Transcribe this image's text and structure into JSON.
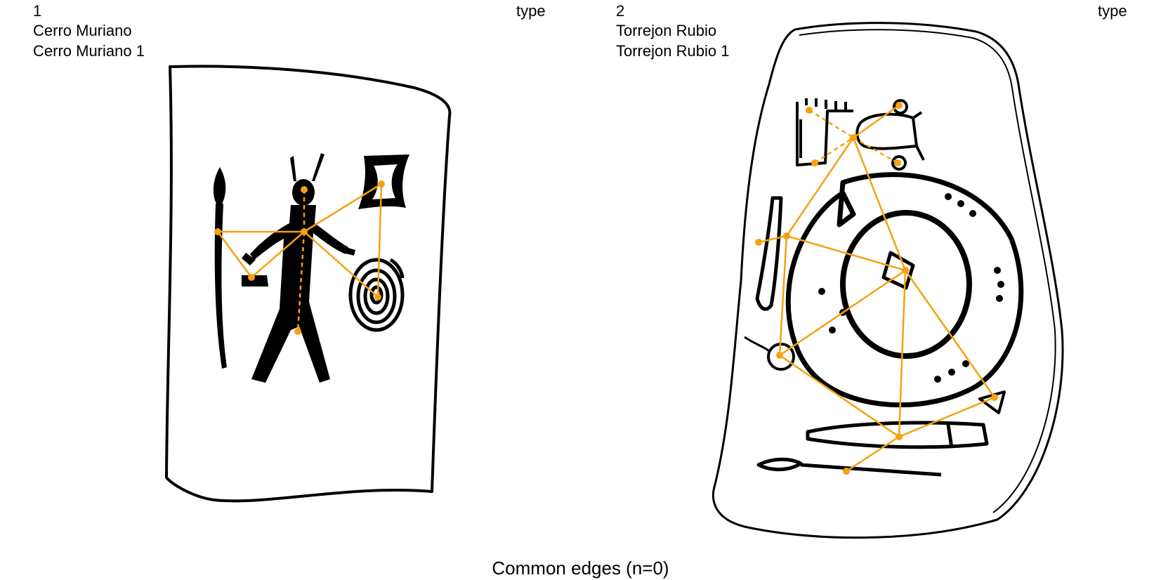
{
  "panels": [
    {
      "number": "1",
      "site": "Cerro Muriano",
      "name": "Cerro Muriano 1",
      "type_label": "type"
    },
    {
      "number": "2",
      "site": "Torrejon Rubio",
      "name": "Torrejon Rubio 1",
      "type_label": "type"
    }
  ],
  "caption": "Common edges (n=0)",
  "colors": {
    "graph": "#f5a20f",
    "drawing": "#000000"
  },
  "icons": [
    "stele-outline-drawing",
    "warrior-figure",
    "spear",
    "shield",
    "mirror",
    "comb",
    "sword",
    "chariot"
  ]
}
